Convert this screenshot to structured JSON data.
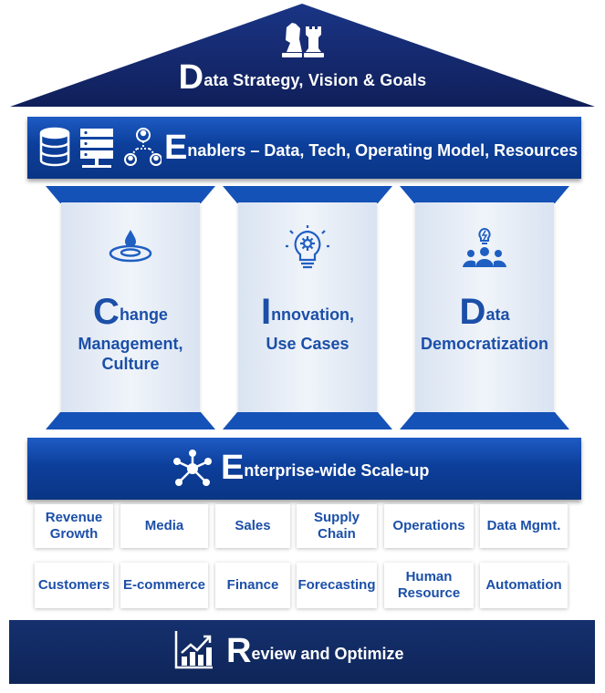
{
  "roof": {
    "title_initial": "D",
    "title_rest": "ata Strategy, Vision & Goals",
    "icon": "chess-pieces-icon"
  },
  "enablers": {
    "title_initial": "E",
    "title_rest": "nablers – Data, Tech, Operating Model, Resources",
    "icons": [
      "database-icon",
      "server-icon",
      "org-network-icon"
    ]
  },
  "pillars": [
    {
      "icon": "water-drop-ripple-icon",
      "title_initial": "C",
      "title_rest": "hange",
      "subtitle_line1": "Management,",
      "subtitle_line2": "Culture"
    },
    {
      "icon": "lightbulb-gear-icon",
      "title_initial": "I",
      "title_rest": "nnovation,",
      "subtitle_line1": "Use Cases",
      "subtitle_line2": ""
    },
    {
      "icon": "team-idea-icon",
      "title_initial": "D",
      "title_rest": "ata",
      "subtitle_line1": "Democratization",
      "subtitle_line2": ""
    }
  ],
  "scaleup": {
    "title_initial": "E",
    "title_rest": "nterprise-wide Scale-up",
    "icon": "hub-network-icon"
  },
  "domains_row1": [
    {
      "line1": "Revenue",
      "line2": "Growth"
    },
    {
      "line1": "Media",
      "line2": ""
    },
    {
      "line1": "Sales",
      "line2": ""
    },
    {
      "line1": "Supply",
      "line2": "Chain"
    },
    {
      "line1": "Operations",
      "line2": ""
    },
    {
      "line1": "Data Mgmt.",
      "line2": ""
    }
  ],
  "domains_row2": [
    {
      "line1": "Customers",
      "line2": ""
    },
    {
      "line1": "E-commerce",
      "line2": ""
    },
    {
      "line1": "Finance",
      "line2": ""
    },
    {
      "line1": "Forecasting",
      "line2": ""
    },
    {
      "line1": "Human",
      "line2": "Resource"
    },
    {
      "line1": "Automation",
      "line2": ""
    }
  ],
  "base": {
    "title_initial": "R",
    "title_rest": "eview and Optimize",
    "icon": "bar-chart-growth-icon"
  },
  "colors": {
    "navy": "#16296b",
    "band_blue": "#0c3f9b",
    "text_blue": "#1b4fa8",
    "pillar_light": "#e4ebf5"
  }
}
